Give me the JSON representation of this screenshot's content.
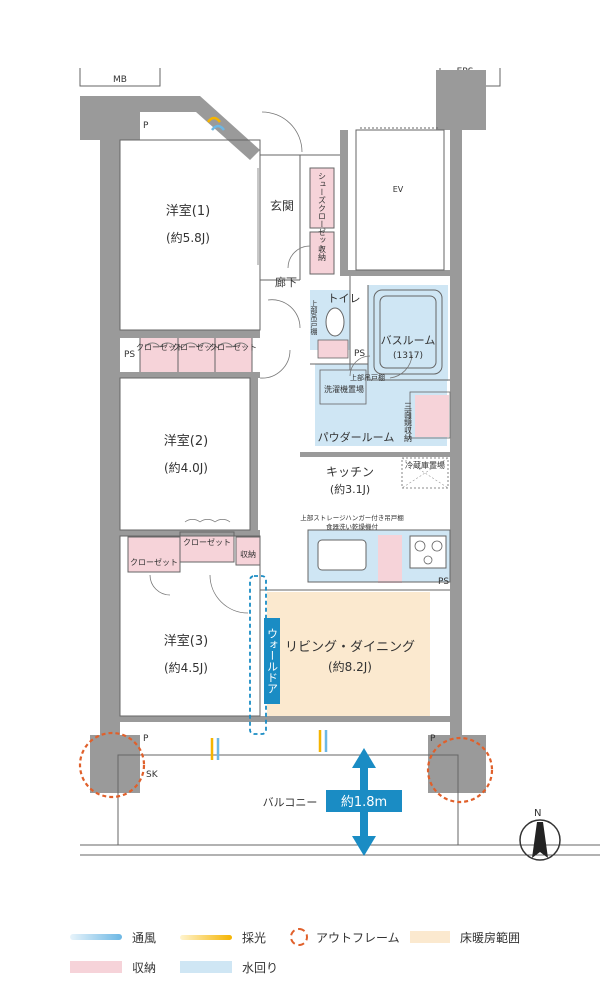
{
  "labels": {
    "mb": "MB",
    "eps": "EPS",
    "ev": "EV",
    "p": "P",
    "ps": "PS",
    "sk": "SK",
    "room1_name": "洋室(1)",
    "room1_size": "(約5.8J)",
    "room2_name": "洋室(2)",
    "room2_size": "(約4.0J)",
    "room3_name": "洋室(3)",
    "room3_size": "(約4.5J)",
    "genkan": "玄関",
    "shoe_closet": "シューズクローゼット",
    "storage": "収納",
    "corridor": "廊下",
    "toilet": "トイレ",
    "upper_cabinet": "上部吊戸棚",
    "bathroom": "バスルーム",
    "bath_size": "(1317)",
    "laundry": "洗濯機置場",
    "mirror_storage": "三面鏡収納",
    "powder_room": "パウダールーム",
    "fridge": "冷蔵庫置場",
    "kitchen": "キッチン",
    "kitchen_size": "(約3.1J)",
    "kitchen_note1": "上部ストレージハンガー付き吊戸棚",
    "kitchen_note2": "食器洗い乾燥機付",
    "closet": "クローゼット",
    "wall_door": "ウォールドア",
    "living_name": "リビング・ダイニング",
    "living_size": "(約8.2J)",
    "balcony": "バルコニー",
    "balcony_depth": "約1.8m",
    "north": "N"
  },
  "legend": {
    "ventilation": "通風",
    "lighting": "採光",
    "outframe": "アウトフレーム",
    "floor_heating": "床暖房範囲",
    "storage": "収納",
    "water": "水回り"
  },
  "colors": {
    "storage": "#f6d3d9",
    "water": "#cfe6f4",
    "floor_heating": "#fbe9cf",
    "outframe": "#e0602b",
    "wall": "#9a9a9a",
    "accent": "#1a8cc4"
  }
}
